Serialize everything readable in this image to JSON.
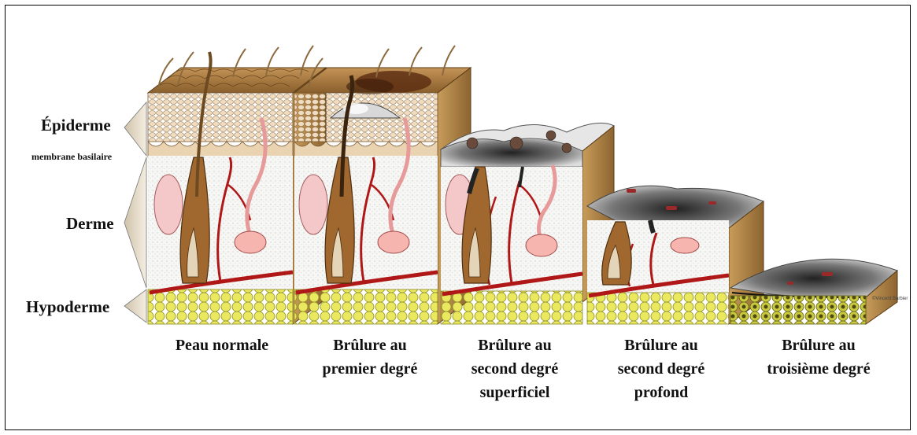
{
  "layers": {
    "epiderme": "Épiderme",
    "membrane": "membrane basilaire",
    "derme": "Derme",
    "hypoderme": "Hypoderme"
  },
  "stages": [
    {
      "lines": [
        "Peau normale"
      ]
    },
    {
      "lines": [
        "Brûlure au",
        "premier degré"
      ]
    },
    {
      "lines": [
        "Brûlure au",
        "second degré",
        "superficiel"
      ]
    },
    {
      "lines": [
        "Brûlure au",
        "second degré",
        "profond"
      ]
    },
    {
      "lines": [
        "Brûlure au",
        "troisième degré"
      ]
    }
  ],
  "signature": "©Vincent Barbier",
  "colors": {
    "skin_top": "#a8783e",
    "epidermis": "#e6cba3",
    "dermis": "#f4f4f2",
    "fat": "#e5e55a",
    "vessel": "#b01818",
    "hair": "#6e4a22",
    "char": "#3c3c3c"
  }
}
